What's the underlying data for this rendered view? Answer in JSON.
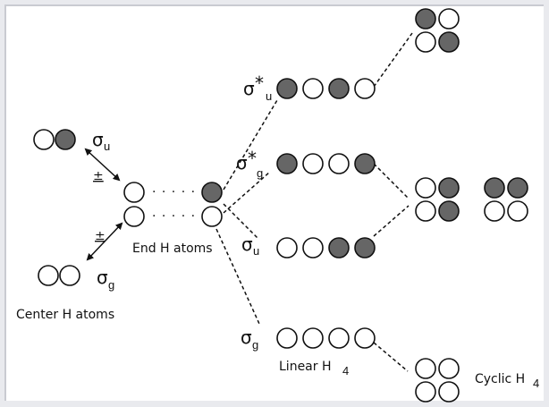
{
  "colors": {
    "filled": "#666666",
    "empty": "#ffffff",
    "stroke": "#111111",
    "background": "#ffffff",
    "frame": "#e9eaee"
  },
  "labels": {
    "center_atoms": "Center H atoms",
    "end_atoms": "End H atoms",
    "linear_prefix": "Linear H",
    "linear_sub": "4",
    "cyclic_prefix": "Cyclic H",
    "cyclic_sub": "4",
    "plus_minus_top": "±",
    "plus_minus_bottom": "±"
  },
  "center_orbitals": [
    {
      "symbol": "σ",
      "star": "",
      "subscript": "u",
      "phases": [
        0,
        1
      ]
    },
    {
      "symbol": "σ",
      "star": "",
      "subscript": "g",
      "phases": [
        0,
        0
      ]
    }
  ],
  "end_atoms": {
    "phases": [
      1,
      0
    ],
    "dots": "· · · · ·"
  },
  "linear_orbitals": [
    {
      "symbol": "σ",
      "star": "*",
      "subscript": "u",
      "phases": [
        1,
        0,
        1,
        0
      ]
    },
    {
      "symbol": "σ",
      "star": "*",
      "subscript": "g",
      "phases": [
        1,
        0,
        0,
        1
      ]
    },
    {
      "symbol": "σ",
      "star": "",
      "subscript": "u",
      "phases": [
        0,
        0,
        1,
        1
      ]
    },
    {
      "symbol": "σ",
      "star": "",
      "subscript": "g",
      "phases": [
        0,
        0,
        0,
        0
      ]
    }
  ],
  "cyclic_orbitals": [
    {
      "name": "top",
      "phases": [
        [
          1,
          0
        ],
        [
          0,
          1
        ]
      ]
    },
    {
      "name": "degenerate-a",
      "phases": [
        [
          0,
          1
        ],
        [
          0,
          1
        ]
      ]
    },
    {
      "name": "degenerate-b",
      "phases": [
        [
          1,
          1
        ],
        [
          0,
          0
        ]
      ]
    },
    {
      "name": "bottom",
      "phases": [
        [
          0,
          0
        ],
        [
          0,
          0
        ]
      ]
    }
  ]
}
